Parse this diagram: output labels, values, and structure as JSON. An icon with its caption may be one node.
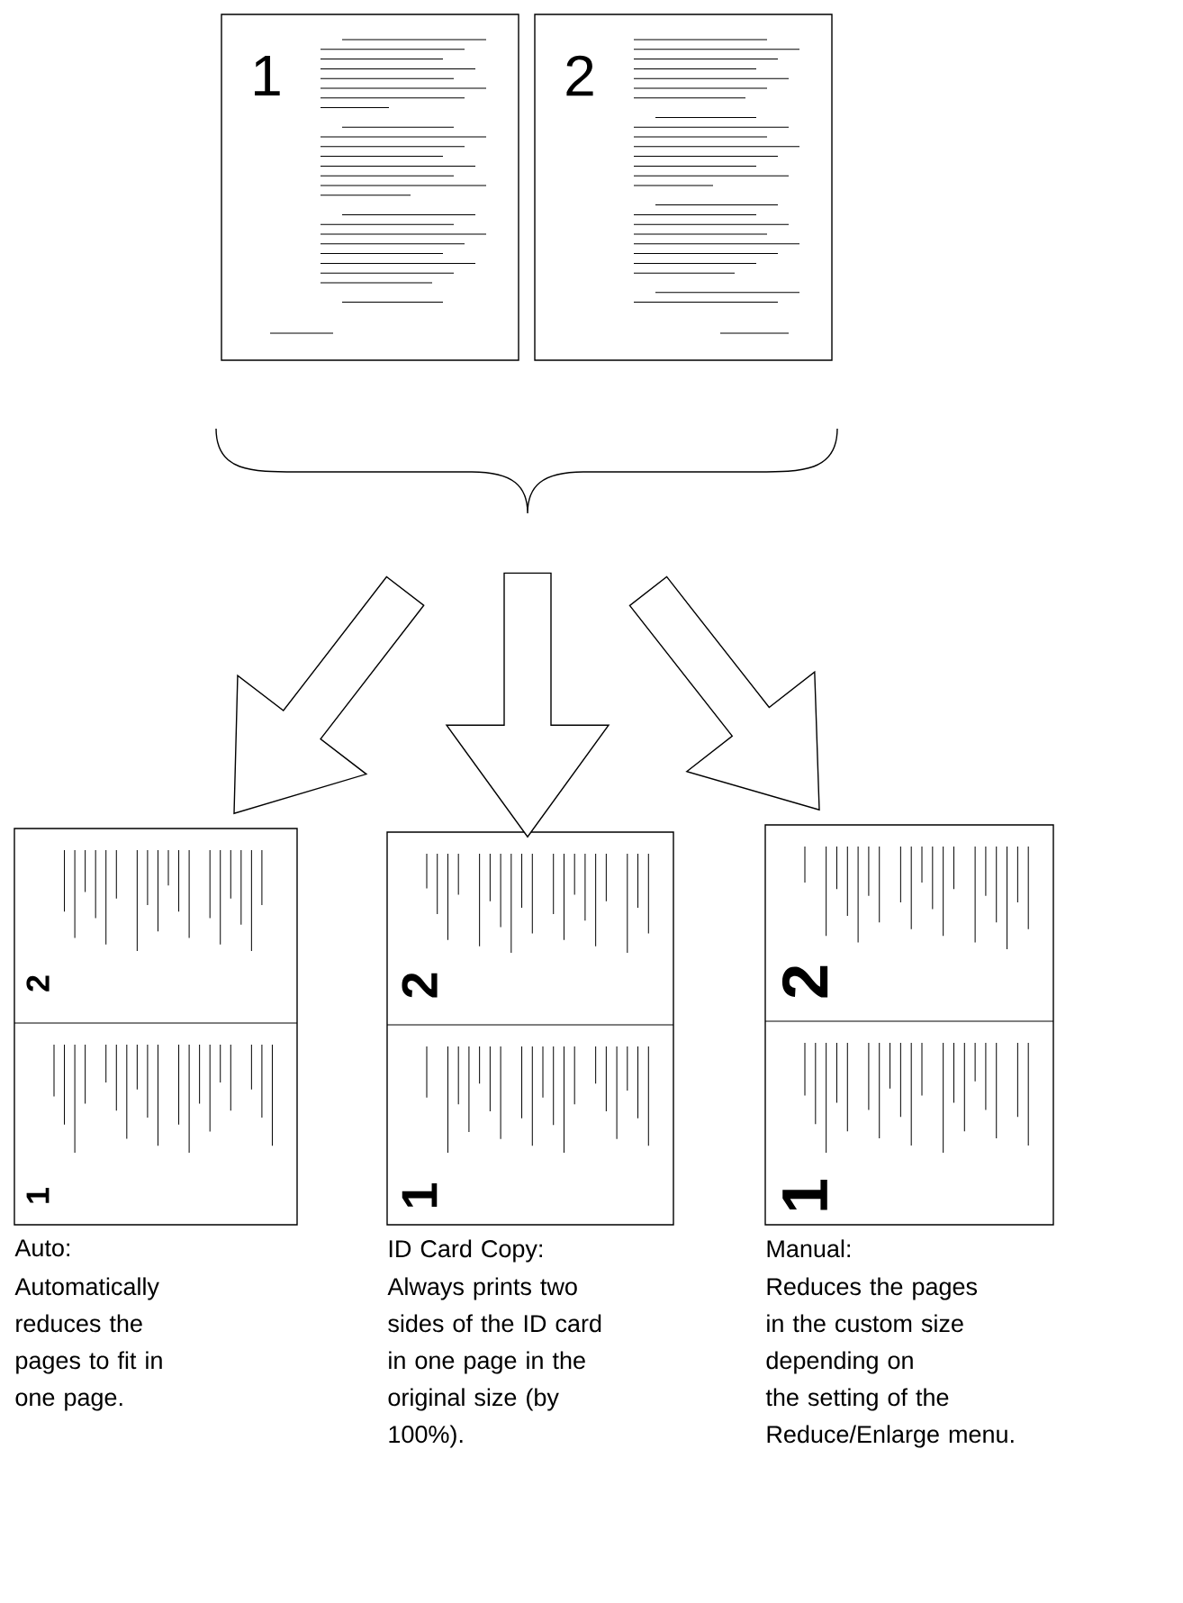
{
  "diagram": {
    "nodes": [
      {
        "text": [
          "1"
        ]
      },
      {
        "text": [
          "2"
        ]
      },
      {
        "text": [],
        "shape": "brace"
      },
      {
        "text": [
          "2",
          "1"
        ],
        "beside": [
          "Auto:",
          "Automatically reduces the pages to fit in one page."
        ]
      },
      {
        "text": [
          "2",
          "1"
        ],
        "beside": [
          "ID Card Copy:",
          "Always prints two sides of the ID card in one page in the original size (by 100%)."
        ]
      },
      {
        "text": [
          "2",
          "1"
        ],
        "beside": [
          "Manual:",
          "Reduces the pages in the custom size depending on the setting of the Reduce/Enlarge menu."
        ]
      }
    ],
    "edges": [
      {
        "from": 2,
        "to": 3,
        "arrow": "to"
      },
      {
        "from": 2,
        "to": 4,
        "arrow": "to"
      },
      {
        "from": 2,
        "to": 5,
        "arrow": "to"
      }
    ]
  }
}
